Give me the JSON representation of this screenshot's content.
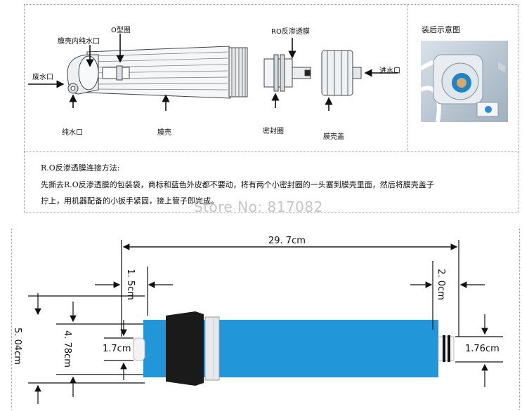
{
  "top_diagram": {
    "labels": {
      "o_ring": "O型圈",
      "inner_outlet": "膜壳内纯水口",
      "ro_membrane": "RO反渗透膜",
      "waste_outlet": "废水口",
      "pure_outlet": "纯水口",
      "housing": "膜壳",
      "seal_ring": "密封圈",
      "housing_cap": "膜壳盖",
      "inlet": "进水口"
    },
    "photo_caption": "装后示意图"
  },
  "instructions": {
    "heading": "R.O反渗透膜连接方法:",
    "line1": "先撕去R.O反渗透膜的包装袋，商标和蓝色外皮都不要动，将有两个小密封圈的一头塞到膜壳里面，然后将膜壳盖子",
    "line2": "拧上，用机器配备的小扳手紧固，接上管子即完成。"
  },
  "watermark": "Store No: 817082",
  "dimensions": {
    "length": "29. 7cm",
    "left_offset": "1. 5cm",
    "right_offset": "2. 0cm",
    "outer_diameter": "5. 04cm",
    "body_diameter": "4. 78cm",
    "left_pipe": "1.7cm",
    "right_pipe": "1.76cm"
  },
  "colors": {
    "membrane_blue": "#2196d8",
    "cap_black": "#1a1a1a",
    "line": "#111111"
  }
}
